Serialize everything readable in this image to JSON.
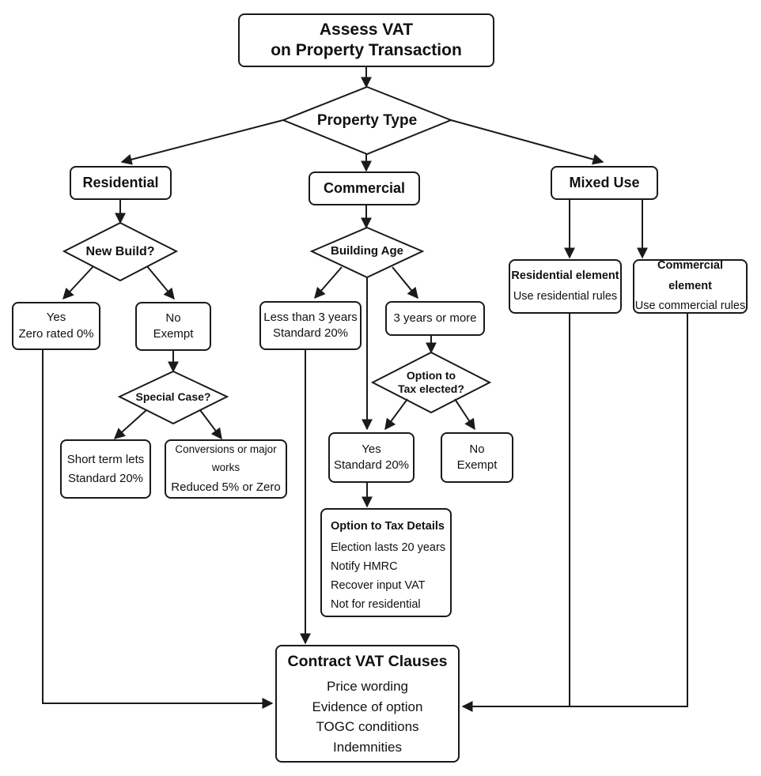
{
  "start": {
    "line1": "Assess VAT",
    "line2": "on Property Transaction"
  },
  "property_type": "Property Type",
  "residential": {
    "title": "Residential",
    "question": "New Build?",
    "yes": {
      "line1": "Yes",
      "line2": "Zero rated 0%"
    },
    "no": {
      "line1": "No",
      "line2": "Exempt"
    },
    "special_case": "Special Case?",
    "short_term": {
      "line1": "Short term lets",
      "line2": "Standard 20%"
    },
    "conversions": {
      "line1": "Conversions or major works",
      "line2": "Reduced 5% or Zero"
    }
  },
  "commercial": {
    "title": "Commercial",
    "question": "Building Age",
    "under3": {
      "line1": "Less than 3 years",
      "line2": "Standard 20%"
    },
    "over3": "3 years or more",
    "option_question": {
      "line1": "Option to",
      "line2": "Tax elected?"
    },
    "opt_yes": {
      "line1": "Yes",
      "line2": "Standard 20%"
    },
    "opt_no": {
      "line1": "No",
      "line2": "Exempt"
    },
    "details": {
      "title": "Option to Tax Details",
      "items": [
        "Election lasts 20 years",
        "Notify HMRC",
        "Recover input VAT",
        "Not for residential"
      ]
    }
  },
  "mixed": {
    "title": "Mixed Use",
    "res_element": {
      "line1": "Residential element",
      "line2": "Use residential rules"
    },
    "com_element": {
      "line1": "Commercial element",
      "line2": "Use commercial rules"
    }
  },
  "contract": {
    "title": "Contract VAT Clauses",
    "items": [
      "Price wording",
      "Evidence of option",
      "TOGC conditions",
      "Indemnities"
    ]
  }
}
